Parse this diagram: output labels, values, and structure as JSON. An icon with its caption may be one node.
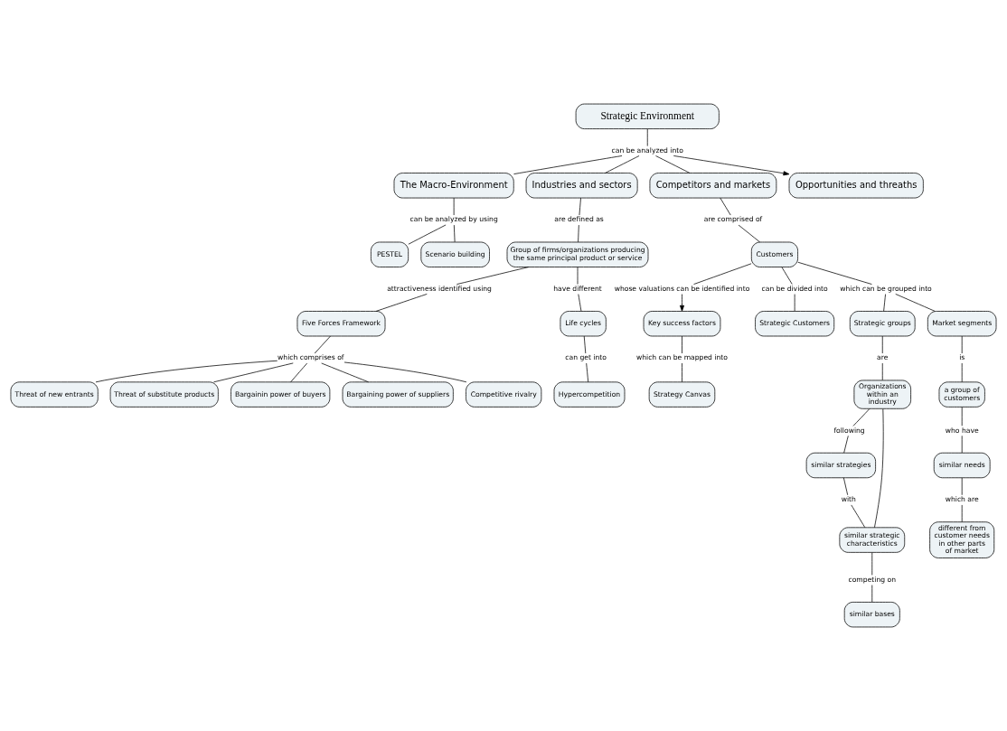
{
  "diagram": {
    "nodes": [
      {
        "text": [
          "Strategic Environment"
        ]
      },
      {
        "text": [
          "can be analyzed into"
        ]
      },
      {
        "text": [
          "The Macro-Environment"
        ]
      },
      {
        "text": [
          "Industries and sectors"
        ]
      },
      {
        "text": [
          "Competitors and markets"
        ]
      },
      {
        "text": [
          "Opportunities and threaths"
        ]
      },
      {
        "text": [
          "can be analyzed by using"
        ]
      },
      {
        "text": [
          "are defined as"
        ]
      },
      {
        "text": [
          "are comprised of"
        ]
      },
      {
        "text": [
          "PESTEL"
        ]
      },
      {
        "text": [
          "Customers"
        ]
      },
      {
        "text": [
          "Scenario building"
        ]
      },
      {
        "text": [
          "Group of firms/organizations producing the same principal product or service"
        ]
      },
      {
        "text": [
          "whose valuations can be identified into"
        ]
      },
      {
        "text": [
          "can be divided into"
        ]
      },
      {
        "text": [
          "Key success factors"
        ]
      },
      {
        "text": [
          "which can be grouped into"
        ]
      },
      {
        "text": [
          "which can be mapped into"
        ]
      },
      {
        "text": [
          "attractiveness identified using"
        ]
      },
      {
        "text": [
          "Strategic groups"
        ]
      },
      {
        "text": [
          "Market segments"
        ]
      },
      {
        "text": [
          "Strategic Customers"
        ]
      },
      {
        "text": [
          "Strategy Canvas"
        ]
      },
      {
        "text": [
          "have different"
        ]
      },
      {
        "text": [
          "are"
        ]
      },
      {
        "text": [
          "is"
        ]
      },
      {
        "text": [
          "Five Forces Framework"
        ]
      },
      {
        "text": [
          "Life cycles"
        ]
      },
      {
        "text": [
          "Organizations within an industry"
        ]
      },
      {
        "text": [
          "a group of customers"
        ]
      },
      {
        "text": [
          "following"
        ]
      },
      {
        "text": [
          "who have"
        ]
      },
      {
        "text": [
          "which comprises of"
        ]
      },
      {
        "text": [
          "can get into"
        ]
      },
      {
        "text": [
          "similar strategies"
        ]
      },
      {
        "text": [
          "similar needs"
        ]
      },
      {
        "text": [
          "with"
        ]
      },
      {
        "text": [
          "which are"
        ]
      },
      {
        "text": [
          "Hypercompetition"
        ]
      },
      {
        "text": [
          "similar strategic characteristics"
        ]
      },
      {
        "text": [
          "different from customer needs in other parts of market"
        ]
      },
      {
        "text": [
          "Threat of new entrants"
        ]
      },
      {
        "text": [
          "competing on"
        ]
      },
      {
        "text": [
          "Threat of substitute products"
        ]
      },
      {
        "text": [
          "similar bases"
        ]
      },
      {
        "text": [
          "Bargainin power of buyers"
        ]
      },
      {
        "text": [
          "Bargaining power of suppliers"
        ]
      },
      {
        "text": [
          "Competitive rivalry"
        ]
      }
    ],
    "edges": [
      {
        "from": 0,
        "to": 1,
        "arrow": "none"
      },
      {
        "from": 1,
        "to": 2,
        "arrow": "none"
      },
      {
        "from": 1,
        "to": 3,
        "arrow": "none"
      },
      {
        "from": 1,
        "to": 4,
        "arrow": "none"
      },
      {
        "from": 1,
        "to": 5,
        "arrow": "to"
      },
      {
        "from": 2,
        "to": 6,
        "arrow": "none"
      },
      {
        "from": 6,
        "to": 9,
        "arrow": "none"
      },
      {
        "from": 6,
        "to": 11,
        "arrow": "none"
      },
      {
        "from": 3,
        "to": 7,
        "arrow": "none"
      },
      {
        "from": 7,
        "to": 12,
        "arrow": "none"
      },
      {
        "from": 4,
        "to": 8,
        "arrow": "none"
      },
      {
        "from": 8,
        "to": 10,
        "arrow": "none"
      },
      {
        "from": 10,
        "to": 13,
        "arrow": "none"
      },
      {
        "from": 13,
        "to": 15,
        "arrow": "to"
      },
      {
        "from": 10,
        "to": 14,
        "arrow": "none"
      },
      {
        "from": 14,
        "to": 21,
        "arrow": "none"
      },
      {
        "from": 10,
        "to": 16,
        "arrow": "none"
      },
      {
        "from": 16,
        "to": 19,
        "arrow": "none"
      },
      {
        "from": 16,
        "to": 20,
        "arrow": "none"
      },
      {
        "from": 15,
        "to": 17,
        "arrow": "none"
      },
      {
        "from": 17,
        "to": 22,
        "arrow": "none"
      },
      {
        "from": 12,
        "to": 18,
        "arrow": "none"
      },
      {
        "from": 18,
        "to": 26,
        "arrow": "none"
      },
      {
        "from": 12,
        "to": 23,
        "arrow": "none"
      },
      {
        "from": 23,
        "to": 27,
        "arrow": "none"
      },
      {
        "from": 19,
        "to": 24,
        "arrow": "none"
      },
      {
        "from": 24,
        "to": 28,
        "arrow": "none"
      },
      {
        "from": 20,
        "to": 25,
        "arrow": "none"
      },
      {
        "from": 25,
        "to": 29,
        "arrow": "none"
      },
      {
        "from": 26,
        "to": 32,
        "arrow": "none"
      },
      {
        "from": 32,
        "to": 41,
        "arrow": "none"
      },
      {
        "from": 32,
        "to": 43,
        "arrow": "none"
      },
      {
        "from": 32,
        "to": 45,
        "arrow": "none"
      },
      {
        "from": 32,
        "to": 46,
        "arrow": "none"
      },
      {
        "from": 32,
        "to": 47,
        "arrow": "none"
      },
      {
        "from": 27,
        "to": 33,
        "arrow": "none"
      },
      {
        "from": 33,
        "to": 38,
        "arrow": "none"
      },
      {
        "from": 28,
        "to": 30,
        "arrow": "none"
      },
      {
        "from": 30,
        "to": 34,
        "arrow": "none"
      },
      {
        "from": 28,
        "to": 39,
        "arrow": "none"
      },
      {
        "from": 34,
        "to": 36,
        "arrow": "none"
      },
      {
        "from": 36,
        "to": 39,
        "arrow": "none"
      },
      {
        "from": 39,
        "to": 42,
        "arrow": "none"
      },
      {
        "from": 42,
        "to": 44,
        "arrow": "none"
      },
      {
        "from": 29,
        "to": 31,
        "arrow": "none"
      },
      {
        "from": 31,
        "to": 35,
        "arrow": "none"
      },
      {
        "from": 35,
        "to": 37,
        "arrow": "none"
      },
      {
        "from": 37,
        "to": 40,
        "arrow": "none"
      }
    ]
  }
}
